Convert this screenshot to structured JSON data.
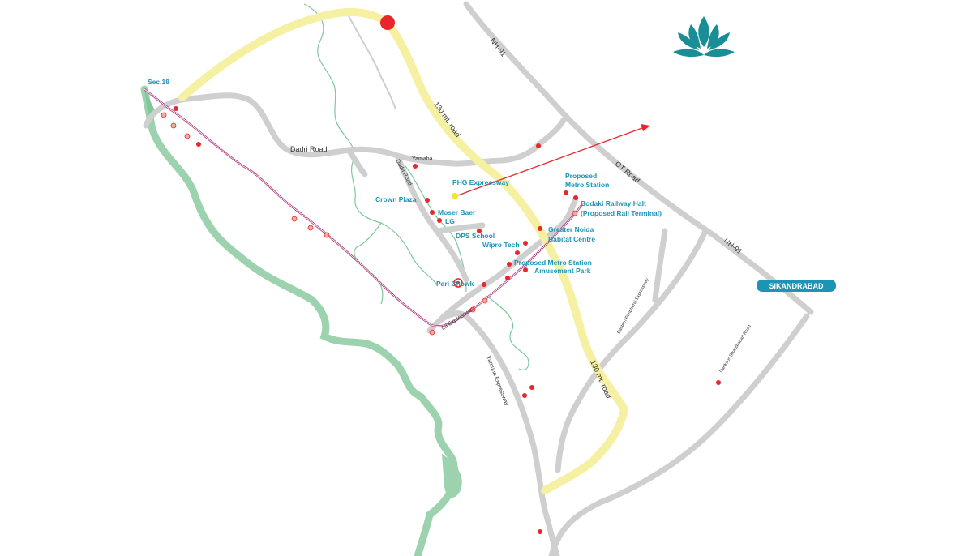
{
  "colors": {
    "road_gray": "#cfcfcf",
    "ring_road": "#f6f1a2",
    "river_green": "#9cd2ae",
    "stream_green": "#7fc89a",
    "metro_line": "#b0357a",
    "marker_red": "#e8262b",
    "label_blue": "#1c94b6",
    "teal_logo": "#1a8e96",
    "highlight_yellow": "#f3e52e"
  },
  "roads": {
    "nh91_top": "NH-91",
    "nh91_right": "NH-91",
    "gt_road": "GT Road",
    "dadri_road": "Dadri Road",
    "dadri_road_small": "Dadri Road",
    "ring_130_top": "130 mt. road",
    "ring_130_bottom": "130 mt. road",
    "taj_expressway": "Taj Expressway",
    "yamuna_expressway": "Yamuna Expressway",
    "eastern_peripheral": "Eastern Peripheral Expressway",
    "dankaur_road": "Dankaur-Sikandrabad Road"
  },
  "places": {
    "sec18": "Sec.18",
    "yamaha": "Yamaha",
    "phg_expressway": "PHG Expressway",
    "crown_plaza": "Crown Plaza",
    "moser_baer": "Moser Baer",
    "lg": "LG",
    "dps_school": "DPS School",
    "wipro_tech": "Wipro Tech",
    "pari_chowk": "Pari Chowk",
    "metro_station_1": "Proposed",
    "metro_station_2": "Metro Station",
    "bodaki_1": "Bodaki Railway Halt",
    "bodaki_2": "(Proposed Rail Terminal)",
    "gnhc_1": "Greater Noida",
    "gnhc_2": "Habitat Centre",
    "proposed_metro": "Proposed Metro Station",
    "amusement_park": "Amusement Park",
    "sikandrabad": "SIKANDRABAD"
  },
  "icons": {
    "logo": "lotus-icon",
    "pointer": "arrow-icon"
  }
}
